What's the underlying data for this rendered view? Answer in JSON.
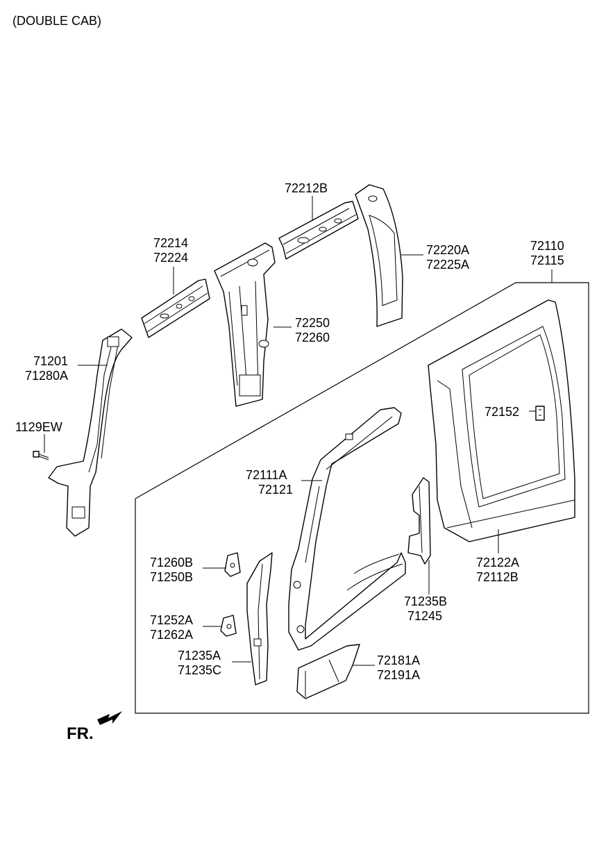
{
  "header": {
    "title": "(DOUBLE CAB)"
  },
  "direction": {
    "label": "FR.",
    "icon": "front-arrow-icon"
  },
  "callouts": [
    {
      "id": "c-72212b",
      "lines": [
        "72212B"
      ]
    },
    {
      "id": "c-72214",
      "lines": [
        "72214",
        "72224"
      ]
    },
    {
      "id": "c-72220a",
      "lines": [
        "72220A",
        "72225A"
      ]
    },
    {
      "id": "c-72110",
      "lines": [
        "72110",
        "72115"
      ]
    },
    {
      "id": "c-72250",
      "lines": [
        "72250",
        "72260"
      ]
    },
    {
      "id": "c-71201",
      "lines": [
        "71201",
        "71280A"
      ]
    },
    {
      "id": "c-1129ew",
      "lines": [
        "1129EW"
      ]
    },
    {
      "id": "c-72152",
      "lines": [
        "72152"
      ]
    },
    {
      "id": "c-72111a",
      "lines": [
        "72111A",
        "72121"
      ]
    },
    {
      "id": "c-71260b",
      "lines": [
        "71260B",
        "71250B"
      ]
    },
    {
      "id": "c-72122a",
      "lines": [
        "72122A",
        "72112B"
      ]
    },
    {
      "id": "c-71235b",
      "lines": [
        "71235B",
        "71245"
      ]
    },
    {
      "id": "c-71252a",
      "lines": [
        "71252A",
        "71262A"
      ]
    },
    {
      "id": "c-71235a",
      "lines": [
        "71235A",
        "71235C"
      ]
    },
    {
      "id": "c-72181a",
      "lines": [
        "72181A",
        "72191A"
      ]
    }
  ]
}
